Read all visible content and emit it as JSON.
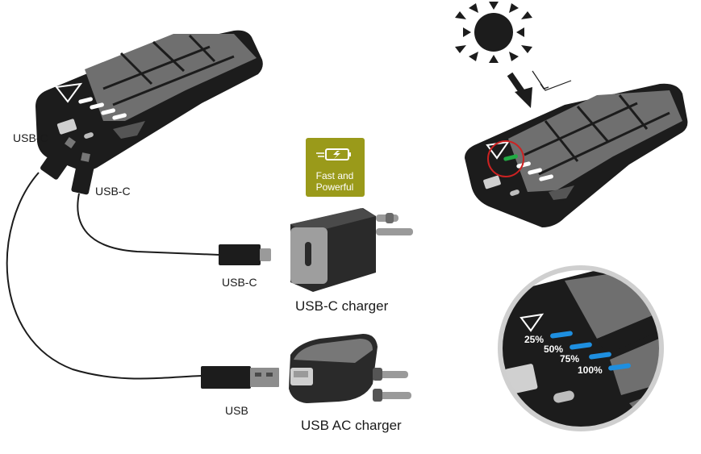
{
  "labels": {
    "usbc_cable_a": "USB-C",
    "usbc_cable_b": "USB-C",
    "usbc_plug": "USB-C",
    "usb_plug": "USB",
    "usbc_charger": "USB-C charger",
    "usb_ac_charger": "USB AC charger"
  },
  "badge": {
    "line1": "Fast and",
    "line2": "Powerful",
    "icon": "fast-charge-battery-icon",
    "color": "#9a9a1a"
  },
  "levels": [
    {
      "label": "25%",
      "fill": 0.25
    },
    {
      "label": "50%",
      "fill": 0.5
    },
    {
      "label": "75%",
      "fill": 0.75
    },
    {
      "label": "100%",
      "fill": 1.0
    }
  ],
  "colors": {
    "device_body": "#1c1c1c",
    "solar_panel": "#6f6f6f",
    "led_white": "#ffffff",
    "led_green": "#22aa44",
    "led_blue": "#1e8fe0",
    "highlight_ring": "#cc2222",
    "zoom_ring": "#cfcfcf"
  },
  "icons": {
    "sun": "sun-icon",
    "arrow": "sunlight-arrow-icon"
  }
}
